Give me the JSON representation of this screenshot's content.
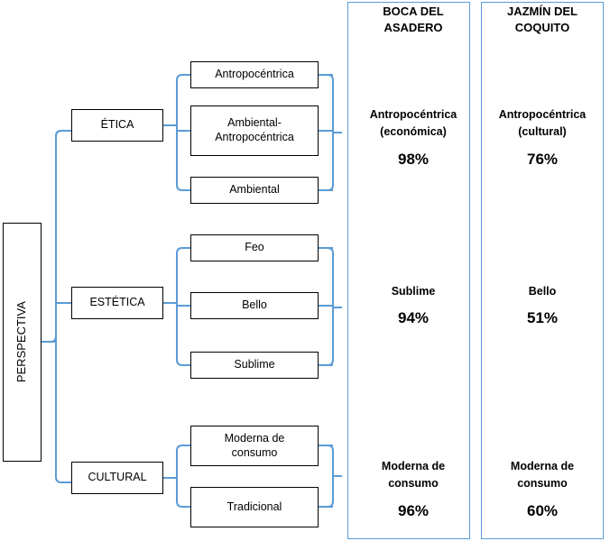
{
  "root": {
    "label": "PERSPECTIVA"
  },
  "categories": [
    {
      "name": "etica",
      "label": "ÉTICA",
      "leaves": [
        {
          "name": "antropocentrica",
          "label": "Antropocéntrica"
        },
        {
          "name": "ambiental-antropocentrica",
          "label": "Ambiental-\nAntropocéntrica"
        },
        {
          "name": "ambiental",
          "label": "Ambiental"
        }
      ]
    },
    {
      "name": "estetica",
      "label": "ESTÉTICA",
      "leaves": [
        {
          "name": "feo",
          "label": "Feo"
        },
        {
          "name": "bello",
          "label": "Bello"
        },
        {
          "name": "sublime",
          "label": "Sublime"
        }
      ]
    },
    {
      "name": "cultural",
      "label": "CULTURAL",
      "leaves": [
        {
          "name": "moderna-de-consumo",
          "label": "Moderna de\nconsumo"
        },
        {
          "name": "tradicional",
          "label": "Tradicional"
        }
      ]
    }
  ],
  "columns": [
    {
      "name": "boca-del-asadero",
      "header": "BOCA DEL\nASADERO",
      "results": [
        {
          "label": "Antropocéntrica\n(económica)",
          "percent": "98%"
        },
        {
          "label": "Sublime",
          "percent": "94%"
        },
        {
          "label": "Moderna de\nconsumo",
          "percent": "96%"
        }
      ]
    },
    {
      "name": "jazmin-del-coquito",
      "header": "JAZMÍN DEL\nCOQUITO",
      "results": [
        {
          "label": "Antropocéntrica\n(cultural)",
          "percent": "76%"
        },
        {
          "label": "Bello",
          "percent": "51%"
        },
        {
          "label": "Moderna de\nconsumo",
          "percent": "60%"
        }
      ]
    }
  ],
  "colors": {
    "connector": "#5b9bd5",
    "box_border": "#000000",
    "text": "#000000",
    "panel_border": "#5b9bd5"
  }
}
